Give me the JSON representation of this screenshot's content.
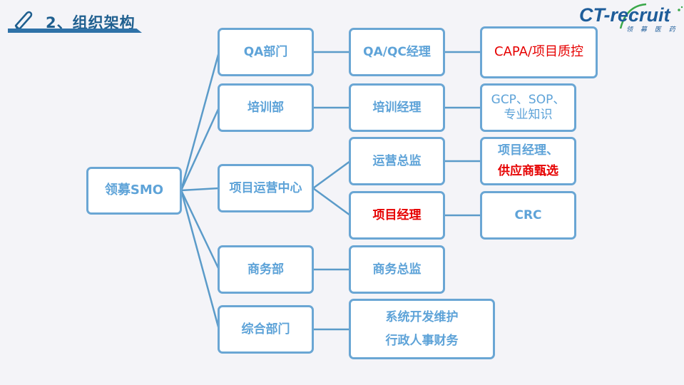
{
  "header": {
    "title": "2、组织架构",
    "icon": "pencil-icon"
  },
  "logo": {
    "main": "CT-recruit",
    "sub": "领 募 医 药"
  },
  "colors": {
    "node_border": "#6aa6d4",
    "node_text": "#5ea3d8",
    "highlight_text": "#e60000",
    "title_color": "#1f5f8f",
    "connector": "#5b9bc9"
  },
  "org": {
    "root": "领募SMO",
    "departments": [
      {
        "label": "QA部门",
        "manager": "QA/QC经理",
        "duty": [
          "CAPA/项目质控"
        ]
      },
      {
        "label": "培训部",
        "manager": "培训经理",
        "duty": [
          "GCP、SOP、",
          "专业知识"
        ]
      },
      {
        "label": "项目运营中心",
        "managers": [
          {
            "label": "运营总监",
            "duty": [
              "项目经理、",
              "供应商甄选"
            ]
          },
          {
            "label": "项目经理",
            "duty": [
              "CRC"
            ]
          }
        ]
      },
      {
        "label": "商务部",
        "manager": "商务总监"
      },
      {
        "label": "综合部门",
        "duty": [
          "系统开发维护",
          "行政人事财务"
        ]
      }
    ]
  }
}
